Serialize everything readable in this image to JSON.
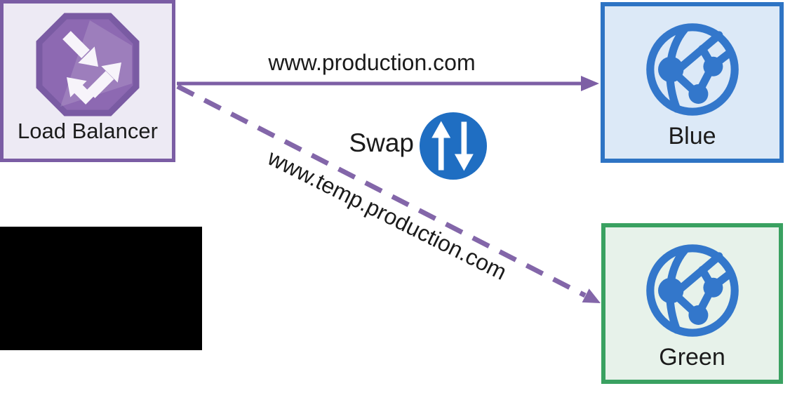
{
  "nodes": {
    "load_balancer": {
      "label": "Load Balancer",
      "icon": "load-balancer-icon"
    },
    "blue": {
      "label": "Blue",
      "icon": "app-service-icon"
    },
    "green": {
      "label": "Green",
      "icon": "app-service-icon"
    }
  },
  "connections": {
    "production": {
      "label": "www.production.com",
      "style": "solid",
      "from": "load_balancer",
      "to": "blue"
    },
    "temp": {
      "label": "www.temp.production.com",
      "style": "dashed",
      "from": "load_balancer",
      "to": "green"
    }
  },
  "swap": {
    "label": "Swap",
    "icon": "swap-arrows-icon"
  },
  "colors": {
    "background": "#ffffff",
    "text": "#1b1b1b",
    "purple_border": "#7b5da4",
    "purple_fill": "#edeaf4",
    "lb_icon_fill": "#8d69b2",
    "lb_icon_dark": "#7a5ba3",
    "lb_icon_arrow": "#f7f4fa",
    "arrow_solid": "#7d5fa5",
    "arrow_dashed": "#8366a9",
    "blue_border": "#2e74c4",
    "blue_fill": "#dce9f7",
    "icon_blue": "#3377cb",
    "swap_blue": "#1f6ec2",
    "green_border": "#3aa161",
    "green_fill": "#e7f2ea",
    "redaction": "#000000"
  }
}
